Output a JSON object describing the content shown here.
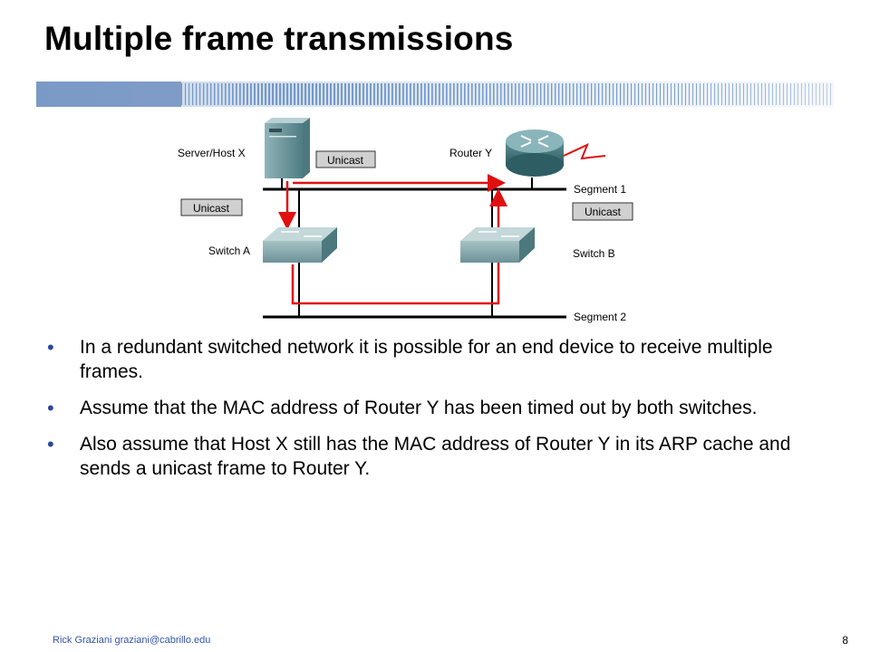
{
  "slide": {
    "title": "Multiple frame transmissions",
    "page_number": "8",
    "footer_author": "Rick Graziani  graziani@cabrillo.edu"
  },
  "diagram": {
    "labels": {
      "server_host_x": "Server/Host X",
      "router_y": "Router Y",
      "switch_a": "Switch A",
      "switch_b": "Switch B",
      "segment_1": "Segment 1",
      "segment_2": "Segment 2"
    },
    "frame_tags": [
      "Unicast",
      "Unicast",
      "Unicast"
    ],
    "colors": {
      "frame_path": "#e01010",
      "segment_line": "#000000",
      "tag_fill": "#d0d0d0"
    }
  },
  "bullets": [
    "In a redundant switched network it is possible for an end device to receive multiple frames.",
    "Assume that the MAC address of Router Y has been timed out by both switches.",
    "Also assume that Host X still has the MAC address of Router Y in its ARP cache and sends a unicast frame to Router Y."
  ]
}
